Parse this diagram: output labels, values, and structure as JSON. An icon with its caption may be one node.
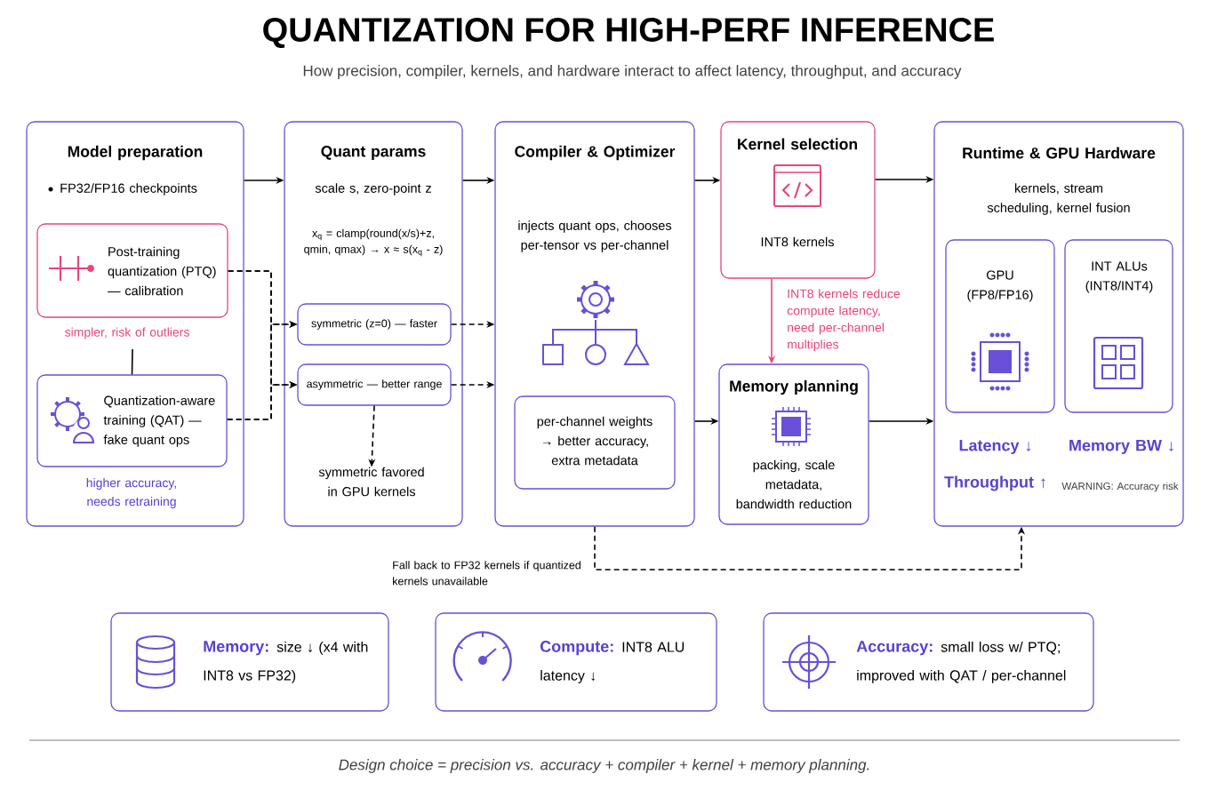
{
  "diagram": {
    "title": "QUANTIZATION FOR HIGH-PERF INFERENCE",
    "caption": "Design choice = precision vs. accuracy + compiler + kernel + memory planning.",
    "nodes": [
      {
        "text": [
          "Model preparation",
          "FP32/FP16 checkpoints"
        ]
      },
      {
        "text": [
          "Post-training quantization (PTQ) — calibration"
        ],
        "in": 0,
        "beside": [
          "simpler, risk of outliers"
        ]
      },
      {
        "text": [
          "Quantization-aware training (QAT) — fake quant ops"
        ],
        "in": 0,
        "beside": [
          "higher accuracy, needs retraining"
        ]
      },
      {
        "text": [
          "Quant params",
          "scale s, zero-point z",
          "x$_{q}$ = clamp(round(x/s)+z, qmin, qmax) → x ≈ s(x$_{q}$ - z)"
        ]
      },
      {
        "text": [
          "symmetric (z=0) — faster"
        ],
        "in": 3
      },
      {
        "text": [
          "asymmetric — better range"
        ],
        "in": 3
      },
      {
        "text": [
          "symmetric favored in GPU kernels"
        ],
        "in": 3
      },
      {
        "text": [
          "Compiler & Optimizer",
          "injects quant ops, chooses per-tensor vs per-channel"
        ]
      },
      {
        "text": [
          "per-channel weights → better accuracy, extra metadata"
        ],
        "in": 7
      },
      {
        "text": [
          "Kernel selection",
          "INT8 kernels"
        ]
      },
      {
        "text": [
          "Memory planning",
          "packing, scale metadata, bandwidth reduction"
        ]
      },
      {
        "text": [
          "Runtime & GPU Hardware",
          "kernels, stream scheduling, kernel fusion",
          "Latency ↓",
          "Memory BW ↓",
          "Throughput ↑",
          "WARNING: Accuracy risk"
        ]
      },
      {
        "text": [
          "GPU (FP8/FP16)"
        ],
        "in": 11
      },
      {
        "text": [
          "INT ALUs (INT8/INT4)"
        ],
        "in": 11
      },
      {
        "text": [
          "Memory:",
          "size ↓ (x4 with INT8 vs FP32)"
        ]
      },
      {
        "text": [
          "Compute:",
          "INT8 ALU latency ↓"
        ]
      },
      {
        "text": [
          "Accuracy:",
          "small loss w/ PTQ; improved with QAT / per-channel"
        ]
      }
    ],
    "edges": [
      {
        "from": 0,
        "to": 3,
        "arrow": "to"
      },
      {
        "from": 3,
        "to": 7,
        "arrow": "to"
      },
      {
        "from": 7,
        "to": 9,
        "arrow": "to"
      },
      {
        "from": 9,
        "to": 11,
        "arrow": "to"
      },
      {
        "from": 7,
        "to": 10,
        "arrow": "to"
      },
      {
        "from": 10,
        "to": 11,
        "arrow": "to"
      },
      {
        "from": 9,
        "to": 10,
        "arrow": "to",
        "color": "#e8457a",
        "label": "INT8 kernels reduce compute latency, need per-channel multiplies"
      },
      {
        "from": 1,
        "to": 2,
        "arrow": "none"
      },
      {
        "from": 1,
        "to": 4,
        "arrow": "to",
        "style": "dashed"
      },
      {
        "from": 1,
        "to": 5,
        "arrow": "to",
        "style": "dashed"
      },
      {
        "from": 2,
        "to": 4,
        "arrow": "to",
        "style": "dashed"
      },
      {
        "from": 2,
        "to": 5,
        "arrow": "to",
        "style": "dashed"
      },
      {
        "from": 4,
        "to": 7,
        "arrow": "to",
        "style": "dashed"
      },
      {
        "from": 5,
        "to": 7,
        "arrow": "to",
        "style": "dashed"
      },
      {
        "from": 5,
        "to": 6,
        "arrow": "to",
        "style": "dashed"
      },
      {
        "from": 7,
        "to": 11,
        "arrow": "to",
        "style": "dashed",
        "label": "Fall back to FP32 kernels if quantized kernels unavailable"
      }
    ],
    "labels": [
      "How precision, compiler, kernels, and hardware interact to affect latency, throughput, and accuracy"
    ]
  }
}
